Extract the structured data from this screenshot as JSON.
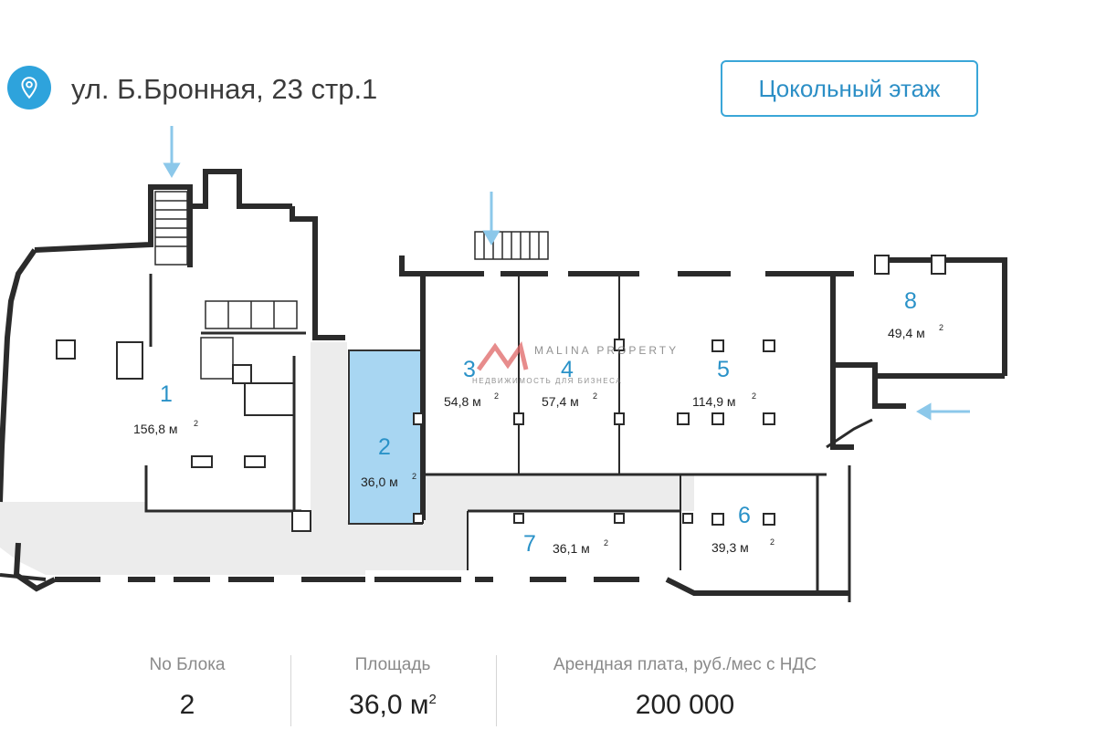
{
  "header": {
    "address": "ул. Б.Бронная, 23 стр.1",
    "floor_button": "Цокольный этаж",
    "icon": "location-pin-icon",
    "accent_color": "#2ea3dc"
  },
  "plan": {
    "watermark": {
      "brand": "MALINA PROPERTY",
      "tagline": "НЕДВИЖИМОСТЬ ДЛЯ БИЗНЕСА"
    },
    "blocks": [
      {
        "number": "1",
        "area": "156,8 м",
        "area_sup": "2",
        "selected": false
      },
      {
        "number": "2",
        "area": "36,0 м",
        "area_sup": "2",
        "selected": true
      },
      {
        "number": "3",
        "area": "54,8 м",
        "area_sup": "2",
        "selected": false
      },
      {
        "number": "4",
        "area": "57,4 м",
        "area_sup": "2",
        "selected": false
      },
      {
        "number": "5",
        "area": "114,9 м",
        "area_sup": "2",
        "selected": false
      },
      {
        "number": "6",
        "area": "39,3 м",
        "area_sup": "2",
        "selected": false
      },
      {
        "number": "7",
        "area": "36,1 м",
        "area_sup": "2",
        "selected": false
      },
      {
        "number": "8",
        "area": "49,4 м",
        "area_sup": "2",
        "selected": false
      }
    ],
    "selected_color": "#a8d6f2",
    "corridor_color": "#ececec",
    "entrance_arrow_color": "#8cc8ea"
  },
  "info": {
    "block_label": "No Блока",
    "block_value": "2",
    "area_label": "Площадь",
    "area_value": "36,0 м",
    "area_sup": "2",
    "rent_label": "Арендная плата, руб./мес с НДС",
    "rent_value": "200 000"
  }
}
